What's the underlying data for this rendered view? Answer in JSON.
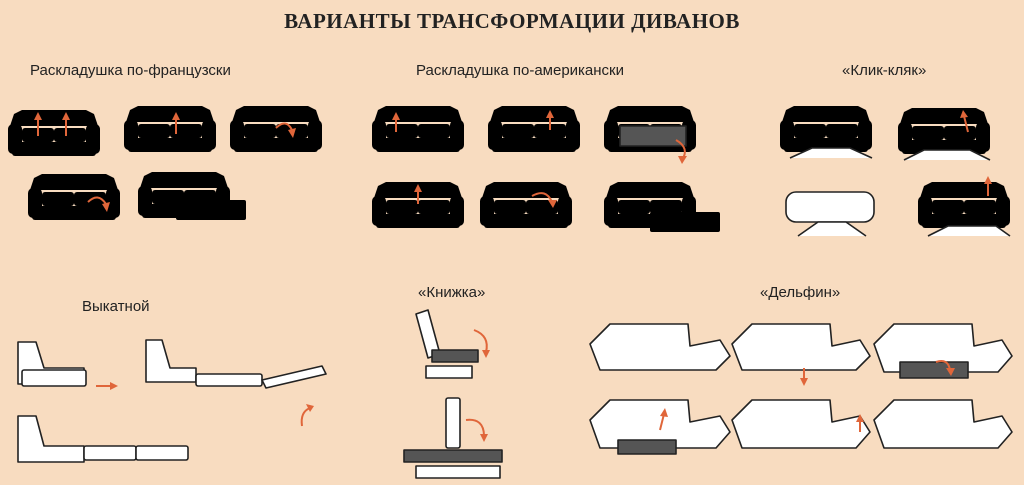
{
  "title": "ВАРИАНТЫ ТРАНСФОРМАЦИИ ДИВАНОВ",
  "sections": [
    {
      "label": "Раскладушка по-французски"
    },
    {
      "label": "Раскладушка по-американски"
    },
    {
      "label": "«Клик-кляк»"
    },
    {
      "label": "Выкатной"
    },
    {
      "label": "«Книжка»"
    },
    {
      "label": "«Дельфин»"
    }
  ],
  "colors": {
    "background": "#f8dcc0",
    "arrow": "#e0663a",
    "line": "#222222"
  }
}
